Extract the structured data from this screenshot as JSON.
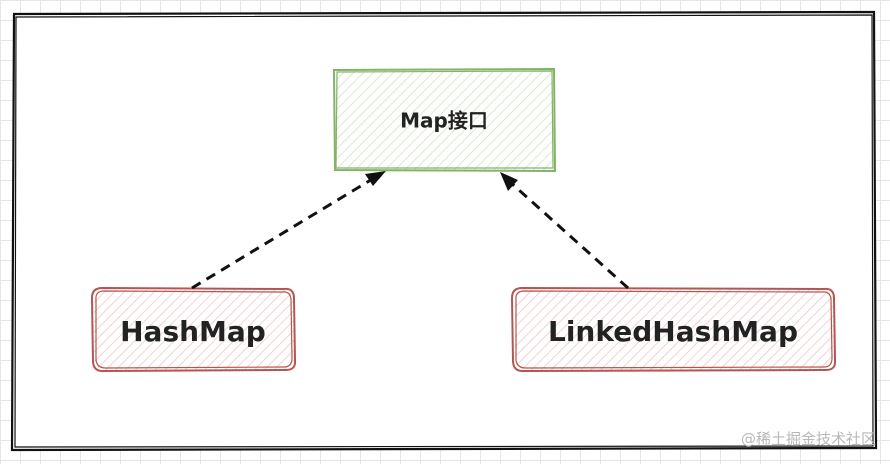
{
  "diagram": {
    "interface_node": {
      "label": "Map接口",
      "color": "#82b366",
      "fill": "#d5e8d4"
    },
    "class_nodes": [
      {
        "label": "HashMap",
        "color": "#b85450",
        "fill": "#f8cecc"
      },
      {
        "label": "LinkedHashMap",
        "color": "#b85450",
        "fill": "#f8cecc"
      }
    ],
    "edges": [
      {
        "from": "HashMap",
        "to": "Map接口",
        "style": "dashed",
        "arrow": "filled"
      },
      {
        "from": "LinkedHashMap",
        "to": "Map接口",
        "style": "dashed",
        "arrow": "filled"
      }
    ]
  },
  "watermark": "@稀土掘金技术社区"
}
